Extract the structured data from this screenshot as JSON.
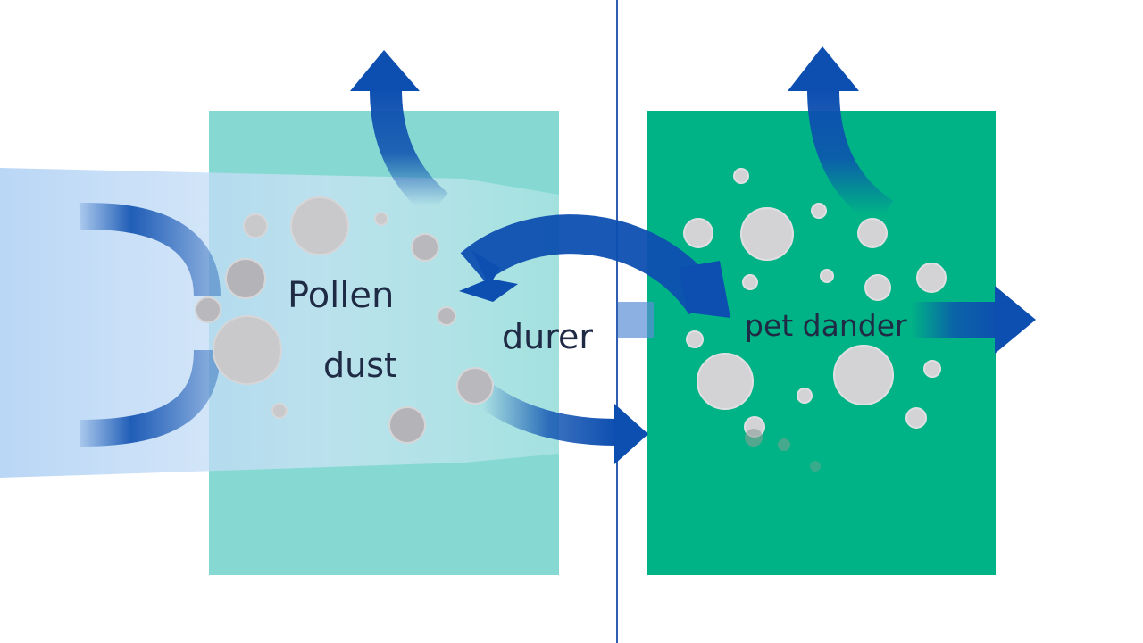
{
  "labels": {
    "pollen": "Pollen",
    "dust": "dust",
    "middle": "durer",
    "pet_dander": "pet dander"
  },
  "colors": {
    "background": "#ffffff",
    "left_panel": "#86d9d3",
    "right_panel": "#00b386",
    "arrow_blue": "#0d4fb0",
    "airflow": "#a9cdf3",
    "particle": "#c9c9cc",
    "divider": "#2f5fb3",
    "text": "#1f2a44"
  },
  "icons": [
    "up-arrow-icon",
    "right-arrow-icon",
    "curved-arrow-icon"
  ]
}
